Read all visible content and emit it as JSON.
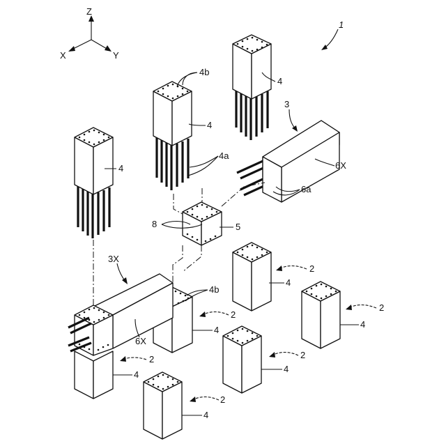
{
  "axes": {
    "z": "Z",
    "x": "X",
    "y": "Y"
  },
  "labels": {
    "assembly": "1",
    "joint_assembly": "3",
    "joint_assembly_3x": "3X",
    "precast_column": "2",
    "column_member": "4",
    "reinforcing_bars": "4a",
    "sleeve_holes": "4b",
    "joint_block": "5",
    "beam": "6X",
    "beam_bars": "6a",
    "connection_holes": "8"
  }
}
